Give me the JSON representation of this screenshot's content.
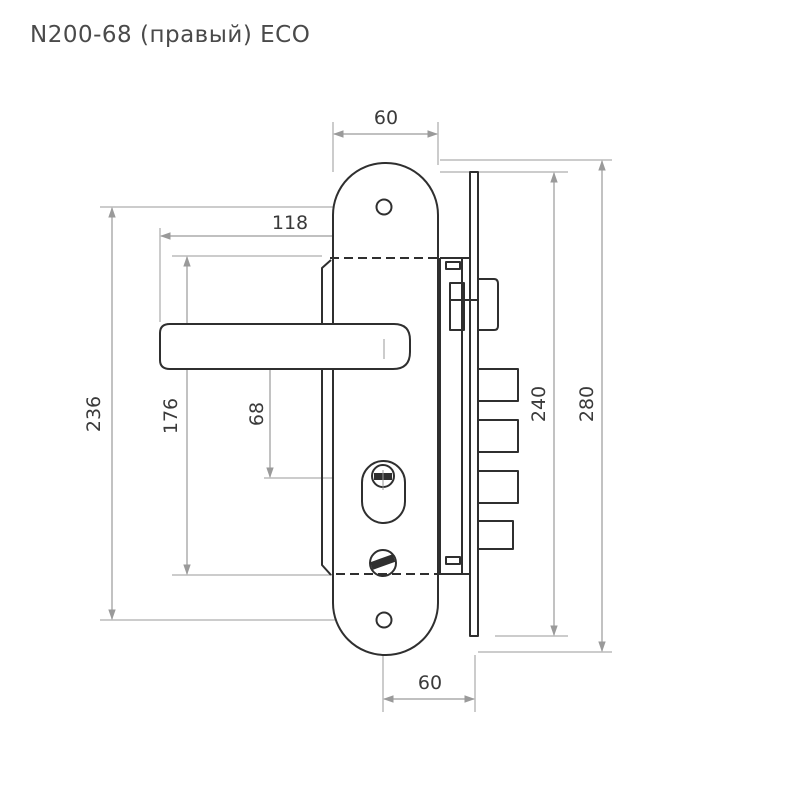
{
  "title": "N200-68 (правый) ECO",
  "dimensions": {
    "top_width": "60",
    "bottom_width": "60",
    "lever_length": "118",
    "total_left": "236",
    "fixing_left": "176",
    "handle_to_key": "68",
    "body_height": "240",
    "faceplate_height": "280"
  },
  "colors": {
    "outline": "#2f2f2f",
    "dimension_line": "#9a9a9a",
    "text": "#3a3a3a"
  }
}
